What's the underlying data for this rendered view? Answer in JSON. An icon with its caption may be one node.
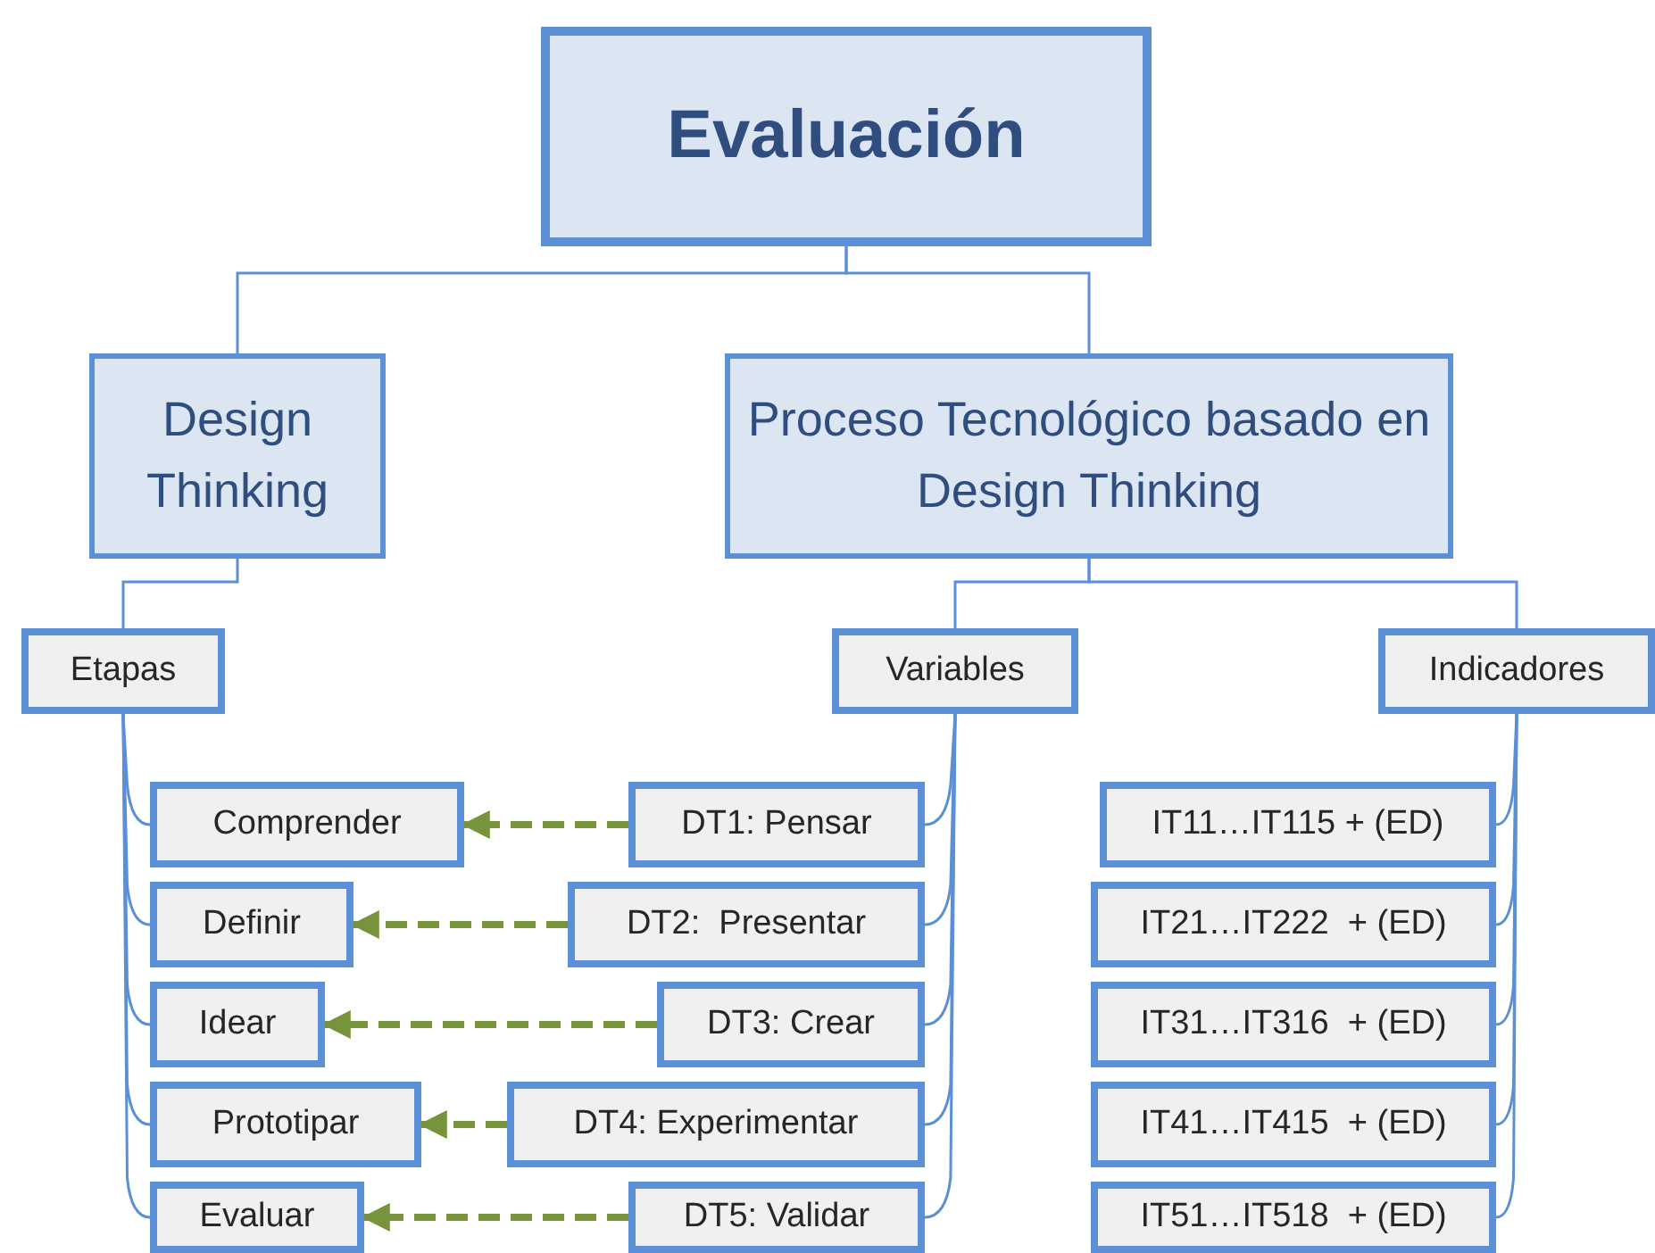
{
  "diagram": {
    "nodes": [
      {
        "text": [
          "Evaluación"
        ]
      },
      {
        "text": [
          "Design Thinking"
        ]
      },
      {
        "text": [
          "Proceso Tecnológico basado en Design Thinking"
        ]
      },
      {
        "text": [
          "Etapas"
        ]
      },
      {
        "text": [
          "Variables"
        ]
      },
      {
        "text": [
          "Indicadores"
        ]
      },
      {
        "text": [
          "Comprender"
        ]
      },
      {
        "text": [
          "Definir"
        ]
      },
      {
        "text": [
          "Idear"
        ]
      },
      {
        "text": [
          "Prototipar"
        ]
      },
      {
        "text": [
          "Evaluar"
        ]
      },
      {
        "text": [
          "DT1: Pensar"
        ]
      },
      {
        "text": [
          "DT2:  Presentar"
        ]
      },
      {
        "text": [
          "DT3: Crear"
        ]
      },
      {
        "text": [
          "DT4: Experimentar"
        ]
      },
      {
        "text": [
          "DT5: Validar"
        ]
      },
      {
        "text": [
          "IT11…IT115 + (ED)"
        ]
      },
      {
        "text": [
          "IT21…IT222  + (ED)"
        ]
      },
      {
        "text": [
          "IT31…IT316  + (ED)"
        ]
      },
      {
        "text": [
          "IT41…IT415  + (ED)"
        ]
      },
      {
        "text": [
          "IT51…IT518  + (ED)"
        ]
      }
    ],
    "edges": [
      {
        "from": 0,
        "to": 1,
        "arrow": "none"
      },
      {
        "from": 0,
        "to": 2,
        "arrow": "none"
      },
      {
        "from": 1,
        "to": 3,
        "arrow": "none"
      },
      {
        "from": 2,
        "to": 4,
        "arrow": "none"
      },
      {
        "from": 2,
        "to": 5,
        "arrow": "none"
      },
      {
        "from": 3,
        "to": 6,
        "arrow": "none"
      },
      {
        "from": 3,
        "to": 7,
        "arrow": "none"
      },
      {
        "from": 3,
        "to": 8,
        "arrow": "none"
      },
      {
        "from": 3,
        "to": 9,
        "arrow": "none"
      },
      {
        "from": 3,
        "to": 10,
        "arrow": "none"
      },
      {
        "from": 4,
        "to": 11,
        "arrow": "none"
      },
      {
        "from": 4,
        "to": 12,
        "arrow": "none"
      },
      {
        "from": 4,
        "to": 13,
        "arrow": "none"
      },
      {
        "from": 4,
        "to": 14,
        "arrow": "none"
      },
      {
        "from": 4,
        "to": 15,
        "arrow": "none"
      },
      {
        "from": 5,
        "to": 16,
        "arrow": "none"
      },
      {
        "from": 5,
        "to": 17,
        "arrow": "none"
      },
      {
        "from": 5,
        "to": 18,
        "arrow": "none"
      },
      {
        "from": 5,
        "to": 19,
        "arrow": "none"
      },
      {
        "from": 5,
        "to": 20,
        "arrow": "none"
      },
      {
        "from": 11,
        "to": 6,
        "arrow": "to",
        "style": "dashed",
        "color": "#77933c"
      },
      {
        "from": 12,
        "to": 7,
        "arrow": "to",
        "style": "dashed",
        "color": "#77933c"
      },
      {
        "from": 13,
        "to": 8,
        "arrow": "to",
        "style": "dashed",
        "color": "#77933c"
      },
      {
        "from": 14,
        "to": 9,
        "arrow": "to",
        "style": "dashed",
        "color": "#77933c"
      },
      {
        "from": 15,
        "to": 10,
        "arrow": "to",
        "style": "dashed",
        "color": "#77933c"
      }
    ]
  }
}
